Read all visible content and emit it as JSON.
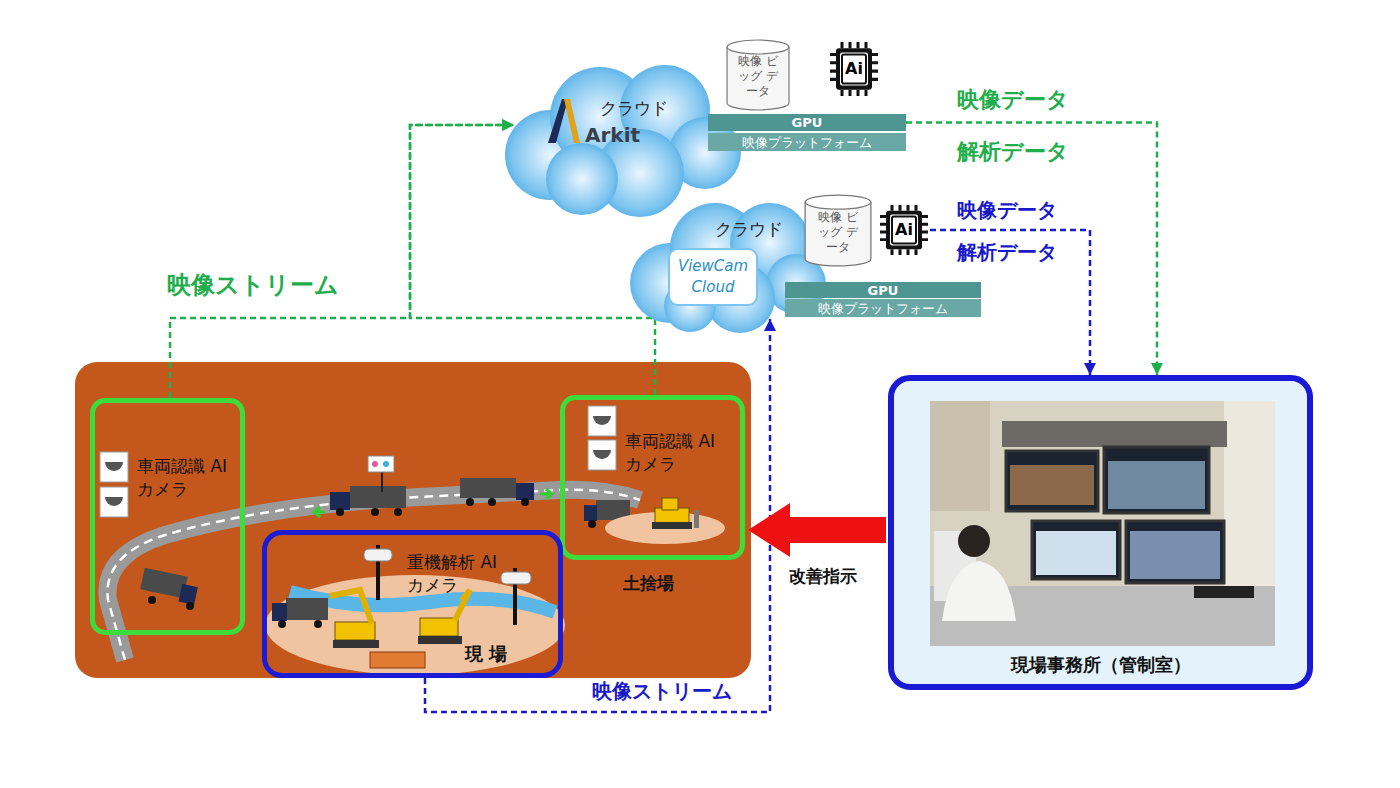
{
  "diagram": {
    "nodes": [
      {
        "text": [
          "クラウド",
          "Arkit"
        ]
      },
      {
        "text": [
          "映像 ビッグ データ"
        ]
      },
      {
        "text": [
          "Ai"
        ]
      },
      {
        "text": [
          "GPU"
        ]
      },
      {
        "text": [
          "映像プラットフォーム"
        ]
      },
      {
        "text": [
          "クラウド",
          "ViewCam Cloud"
        ]
      },
      {
        "text": [
          "映像 ビッグ データ"
        ]
      },
      {
        "text": [
          "Ai"
        ]
      },
      {
        "text": [
          "GPU"
        ]
      },
      {
        "text": [
          "映像プラットフォーム"
        ]
      },
      {
        "text": [
          "車両認識 AIカメラ"
        ]
      },
      {
        "text": [
          "車両認識 AIカメラ",
          "土捨場"
        ]
      },
      {
        "text": [
          "重機解析 AIカメラ",
          "現 場"
        ]
      },
      {
        "text": [
          "現場事務所（管制室）"
        ]
      }
    ],
    "edges": [
      {
        "from": 10,
        "to": 0,
        "label": "映像ストリーム",
        "arrow": "to"
      },
      {
        "from": 11,
        "to": 0,
        "arrow": "to"
      },
      {
        "from": 3,
        "to": 13,
        "label": "映像データ",
        "arrow": "to"
      },
      {
        "from": 7,
        "to": 13,
        "label": "映像データ",
        "arrow": "to"
      },
      {
        "from": 12,
        "to": 5,
        "label": "映像ストリーム",
        "arrow": "to"
      },
      {
        "from": 13,
        "to": 11,
        "label": "改善指示",
        "arrow": "to"
      }
    ],
    "labels": [
      "解析データ",
      "解析データ"
    ]
  }
}
